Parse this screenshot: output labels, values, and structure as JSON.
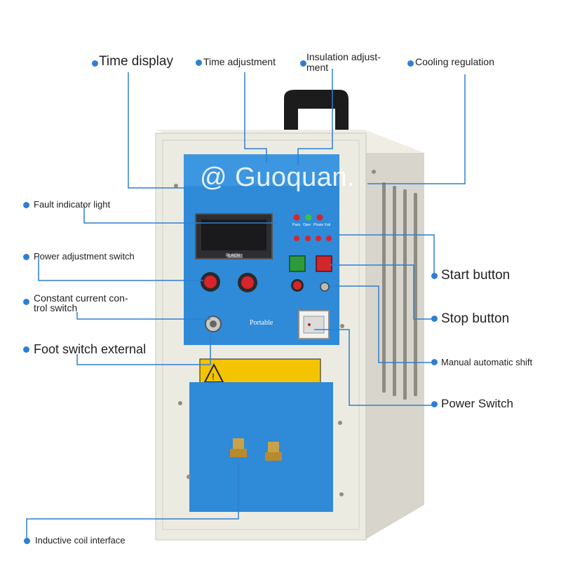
{
  "watermark": "@ Guoquan.",
  "labels": {
    "time_display": "Time display",
    "time_adjustment": "Time adjustment",
    "insulation_adjustment_line1": "Insulation adjust-",
    "insulation_adjustment_line2": "ment",
    "cooling_regulation": "Cooling regulation",
    "fault_indicator_light": "Fault indicator light",
    "power_adjustment_switch": "Power adjustment switch",
    "constant_current_line1": "Constant current con-",
    "constant_current_line2": "trol switch",
    "foot_switch_external": "Foot switch external",
    "start_button": "Start button",
    "stop_button": "Stop button",
    "manual_automatic_shift": "Manual automatic shift",
    "power_switch": "Power Switch",
    "inductive_coil_interface": "Inductive coil interface"
  },
  "panel": {
    "brand_plate": "PLACN",
    "portable_text": "Portable",
    "indicator_labels": [
      "Pass",
      "Oper",
      "Phase",
      "Fail"
    ]
  },
  "colors": {
    "leader_line": "#2f7fd0",
    "panel_blue": "#2f8ad8",
    "machine_body": "#e8e5d8"
  }
}
